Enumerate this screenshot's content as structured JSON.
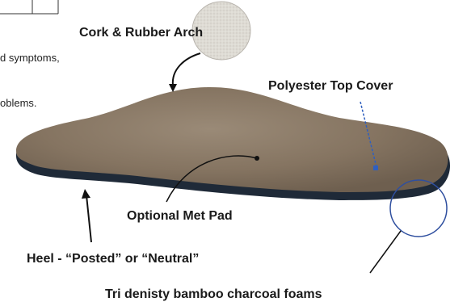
{
  "callouts": {
    "arch": "Cork & Rubber Arch",
    "top_cover": "Polyester Top Cover",
    "met_pad": "Optional Met Pad",
    "heel": "Heel - “Posted” or “Neutral”",
    "foams": "Tri denisty bamboo charcoal foams"
  },
  "partial_text": {
    "line1": "d symptoms,",
    "line2": "oblems."
  },
  "colors": {
    "insole_top": "#8a7a68",
    "insole_edge": "#1f2a38",
    "material_swatch": "#d9d6cf",
    "callout_circle": "#2f4f9f",
    "accent_dot": "#2f5fbf"
  }
}
